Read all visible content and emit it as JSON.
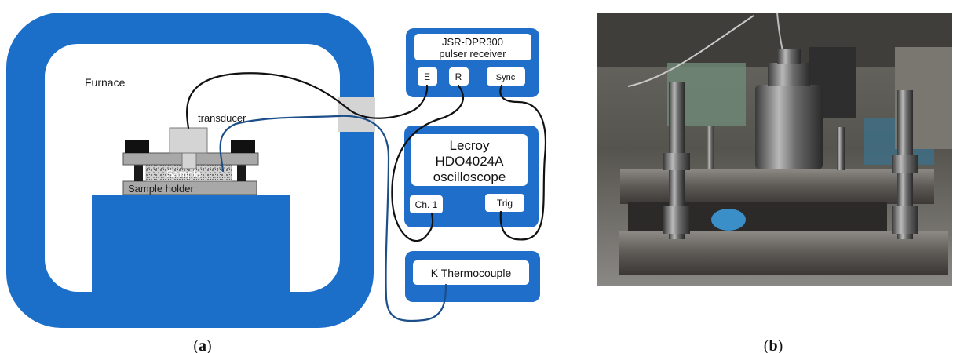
{
  "labels": {
    "furnace": "Furnace",
    "transducer": "transducer",
    "sample": "Sample",
    "sample_holder": "Sample holder"
  },
  "devices": {
    "pulser": {
      "line1": "JSR-DPR300",
      "line2": "pulser receiver",
      "port_e": "E",
      "port_r": "R",
      "port_sync": "Sync"
    },
    "oscilloscope": {
      "line1": "Lecroy",
      "line2": "HDO4024A",
      "line3": "oscilloscope",
      "port_ch1": "Ch. 1",
      "port_trig": "Trig"
    },
    "thermocouple": {
      "label": "K Thermocouple"
    }
  },
  "captions": {
    "a": "a",
    "b": "b"
  },
  "colors": {
    "furnace_blue": "#1c6fc9",
    "device_blue": "#1f6fca",
    "wire_dark": "#111111",
    "wire_thermo": "#1c4e8a",
    "holder_gray": "#a8a8a8"
  }
}
